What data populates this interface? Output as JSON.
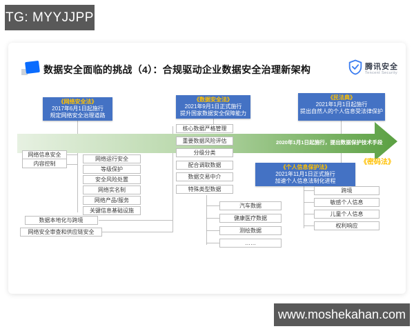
{
  "badges": {
    "tg": "TG: MYYJJPP",
    "website": "www.moshekahan.com"
  },
  "header": {
    "title": "数据安全面临的挑战（4）：合规驱动企业数据安全治理新架构",
    "logo_cn": "腾讯安全",
    "logo_en": "Tencent Security"
  },
  "timeline": {
    "arrow_label": "2020年1月1日起施行，提出数据保护技术手段",
    "crypto_law_label": "《密码法》"
  },
  "laws": {
    "cybersecurity": {
      "title": "《网络安全法》",
      "line1": "2017年6月1日起施行",
      "line2": "规定网络安全治理道路"
    },
    "data_security": {
      "title": "《数据安全法》",
      "line1": "2021年9月1日正式施行",
      "line2": "提升国家数据安全保障能力"
    },
    "civil_code": {
      "title": "《民法典》",
      "line1": "2021年1月1日起施行",
      "line2": "提出自然人的个人信息受法律保护"
    },
    "pipl": {
      "title": "《个人信息保护法》",
      "line1": "2021年11月1日正式施行",
      "line2": "加速个人信息法制化进程"
    }
  },
  "groups": {
    "network_info": [
      "网络信息安全",
      "内容控制"
    ],
    "network_ops": [
      "网络运行安全",
      "等级保护",
      "安全风险处置",
      "网络实名制",
      "网络产品/服务",
      "关键信息基础设施"
    ],
    "cross_items": [
      "数据本地化与跨境",
      "网络安全审查和供应链安全"
    ],
    "data_items": [
      "核心数据严格管理",
      "重要数据风险评估",
      "分级分类",
      "配合调取数据",
      "数据交易中介",
      "特殊类型数据"
    ],
    "special_data": [
      "汽车数据",
      "健康医疗数据",
      "测绘数据",
      "……"
    ],
    "personal_items": [
      "跨境",
      "敏感个人信息",
      "儿童个人信息",
      "权利响应"
    ]
  },
  "colors": {
    "law_box_blue": "#4472c4",
    "law_title_yellow": "#ffc000",
    "arrow_green_start": "#e7f1e2",
    "arrow_green_end": "#5ba042",
    "badge_gray": "#595959",
    "logo_blue": "#3a7cf0",
    "title_icon_blue": "#0a6cfe"
  }
}
